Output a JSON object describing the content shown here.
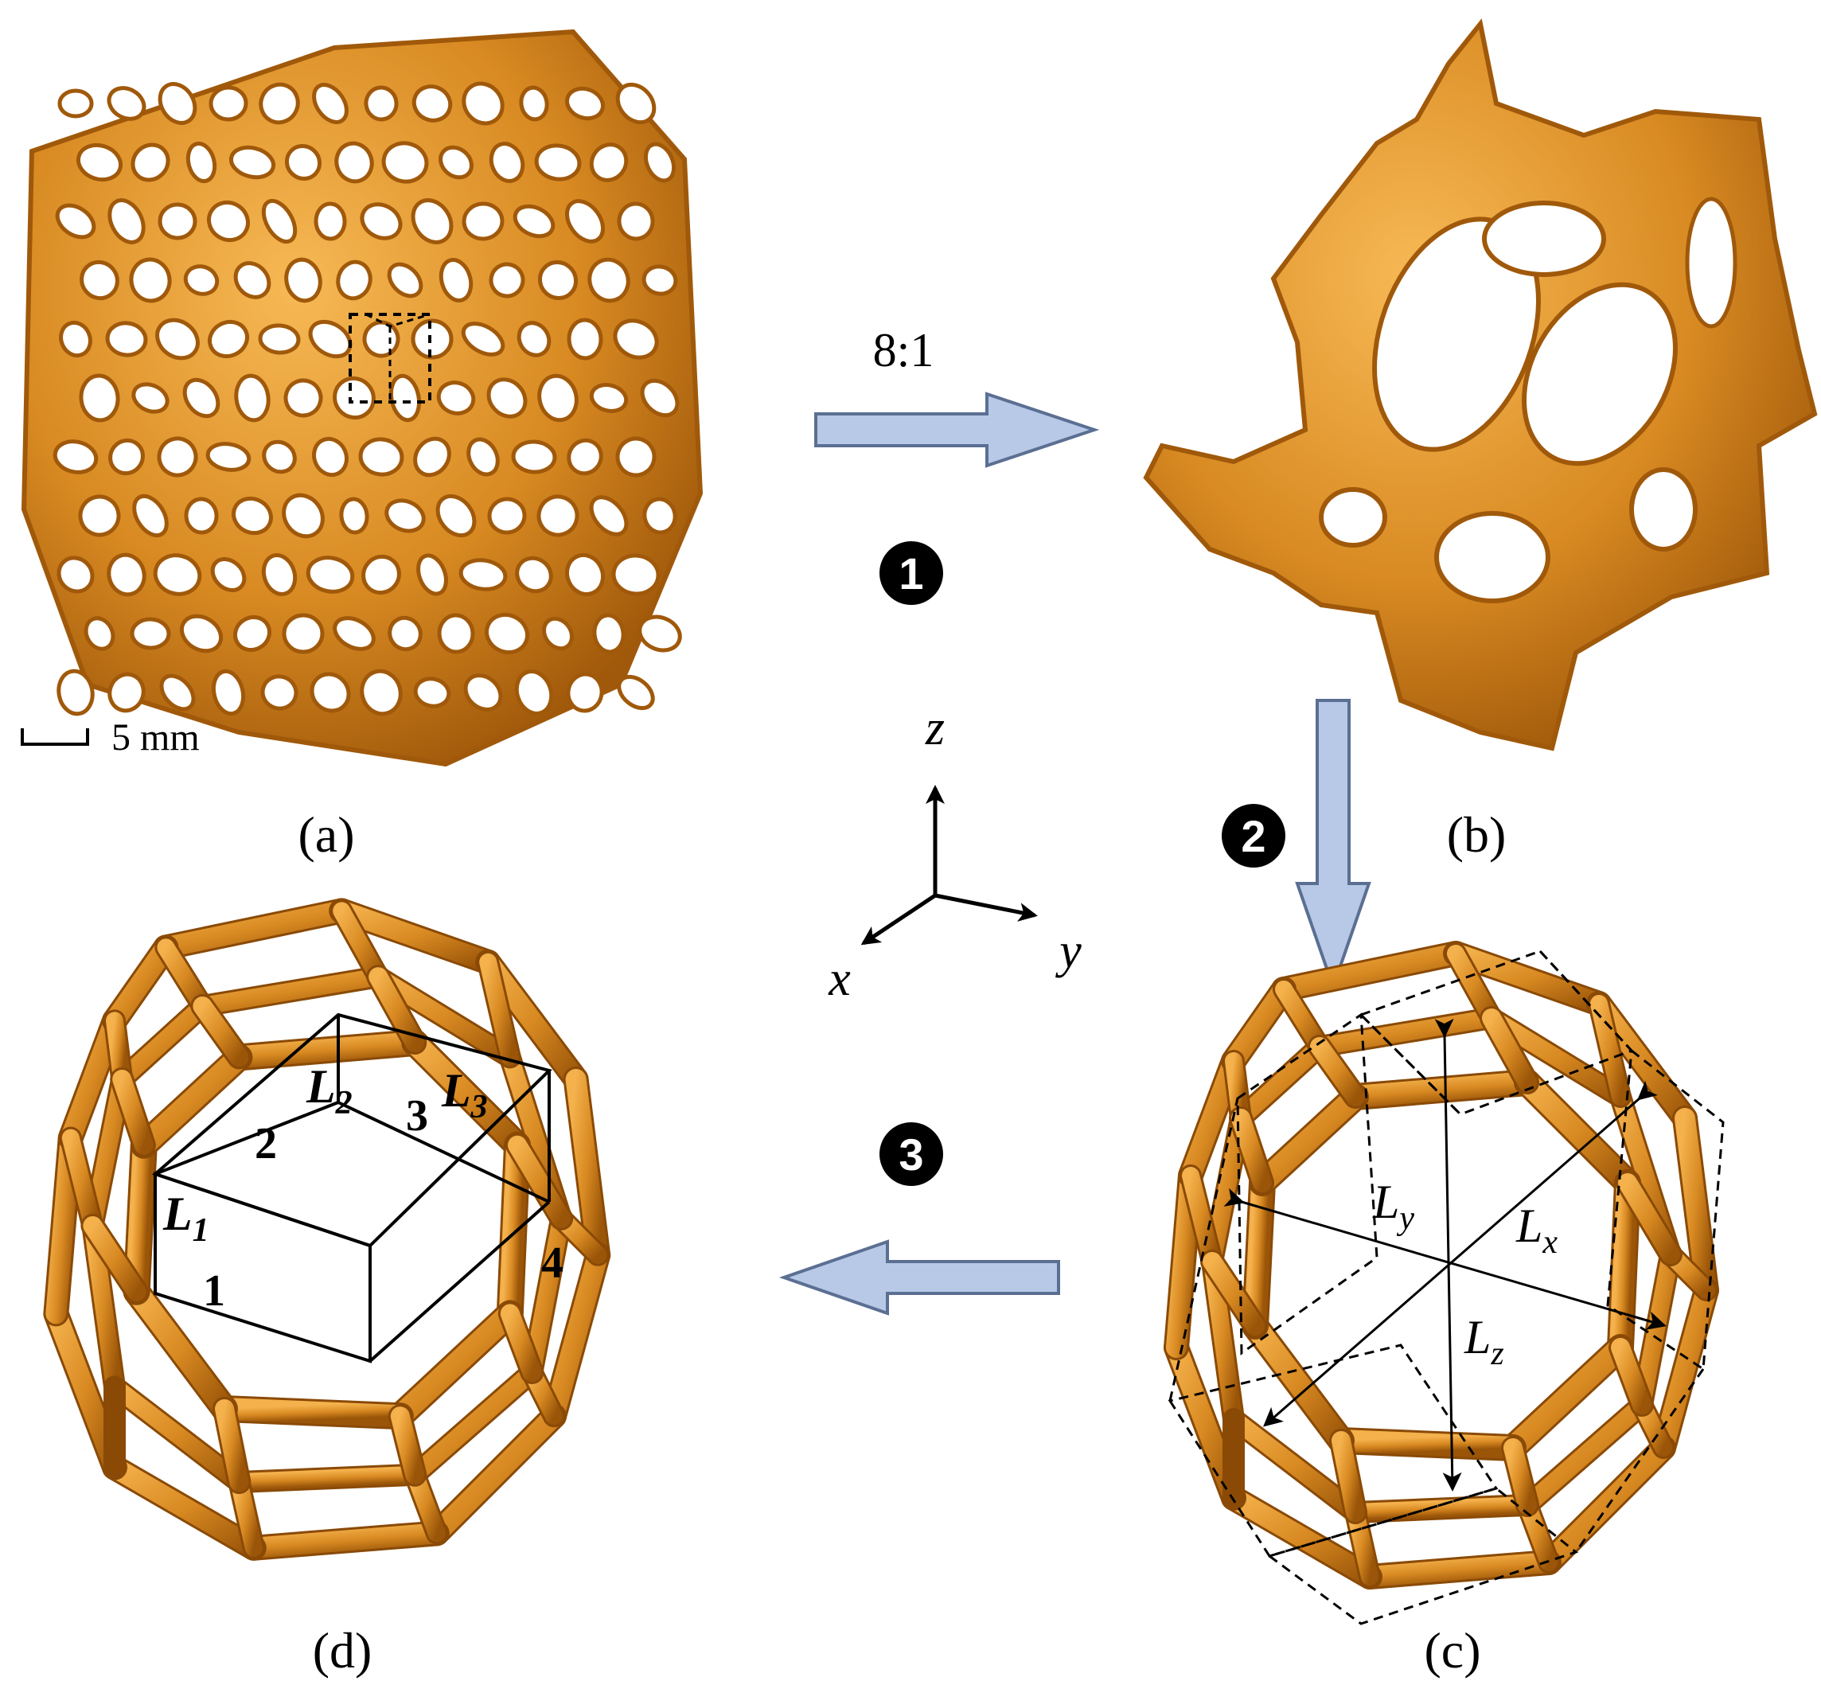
{
  "panels": {
    "a": "(a)",
    "b": "(b)",
    "c": "(c)",
    "d": "(d)"
  },
  "scale_bar": "5 mm",
  "ratio": "8:1",
  "steps": [
    "1",
    "2",
    "3"
  ],
  "axes": {
    "x": "x",
    "y": "y",
    "z": "z"
  },
  "lengths_c": {
    "x": {
      "base": "L",
      "sub": "x"
    },
    "y": {
      "base": "L",
      "sub": "y"
    },
    "z": {
      "base": "L",
      "sub": "z"
    }
  },
  "lengths_d": {
    "l1": {
      "base": "L",
      "sub": "1"
    },
    "l2": {
      "base": "L",
      "sub": "2"
    },
    "l3": {
      "base": "L",
      "sub": "3"
    }
  },
  "strut_numbers": [
    "1",
    "2",
    "3",
    "4"
  ],
  "colors": {
    "foam": "#d98a22",
    "foam_light": "#f2b04a",
    "foam_dark": "#a85f0c",
    "arrow_fill": "#b7c9e6",
    "arrow_stroke": "#5b6f93"
  }
}
